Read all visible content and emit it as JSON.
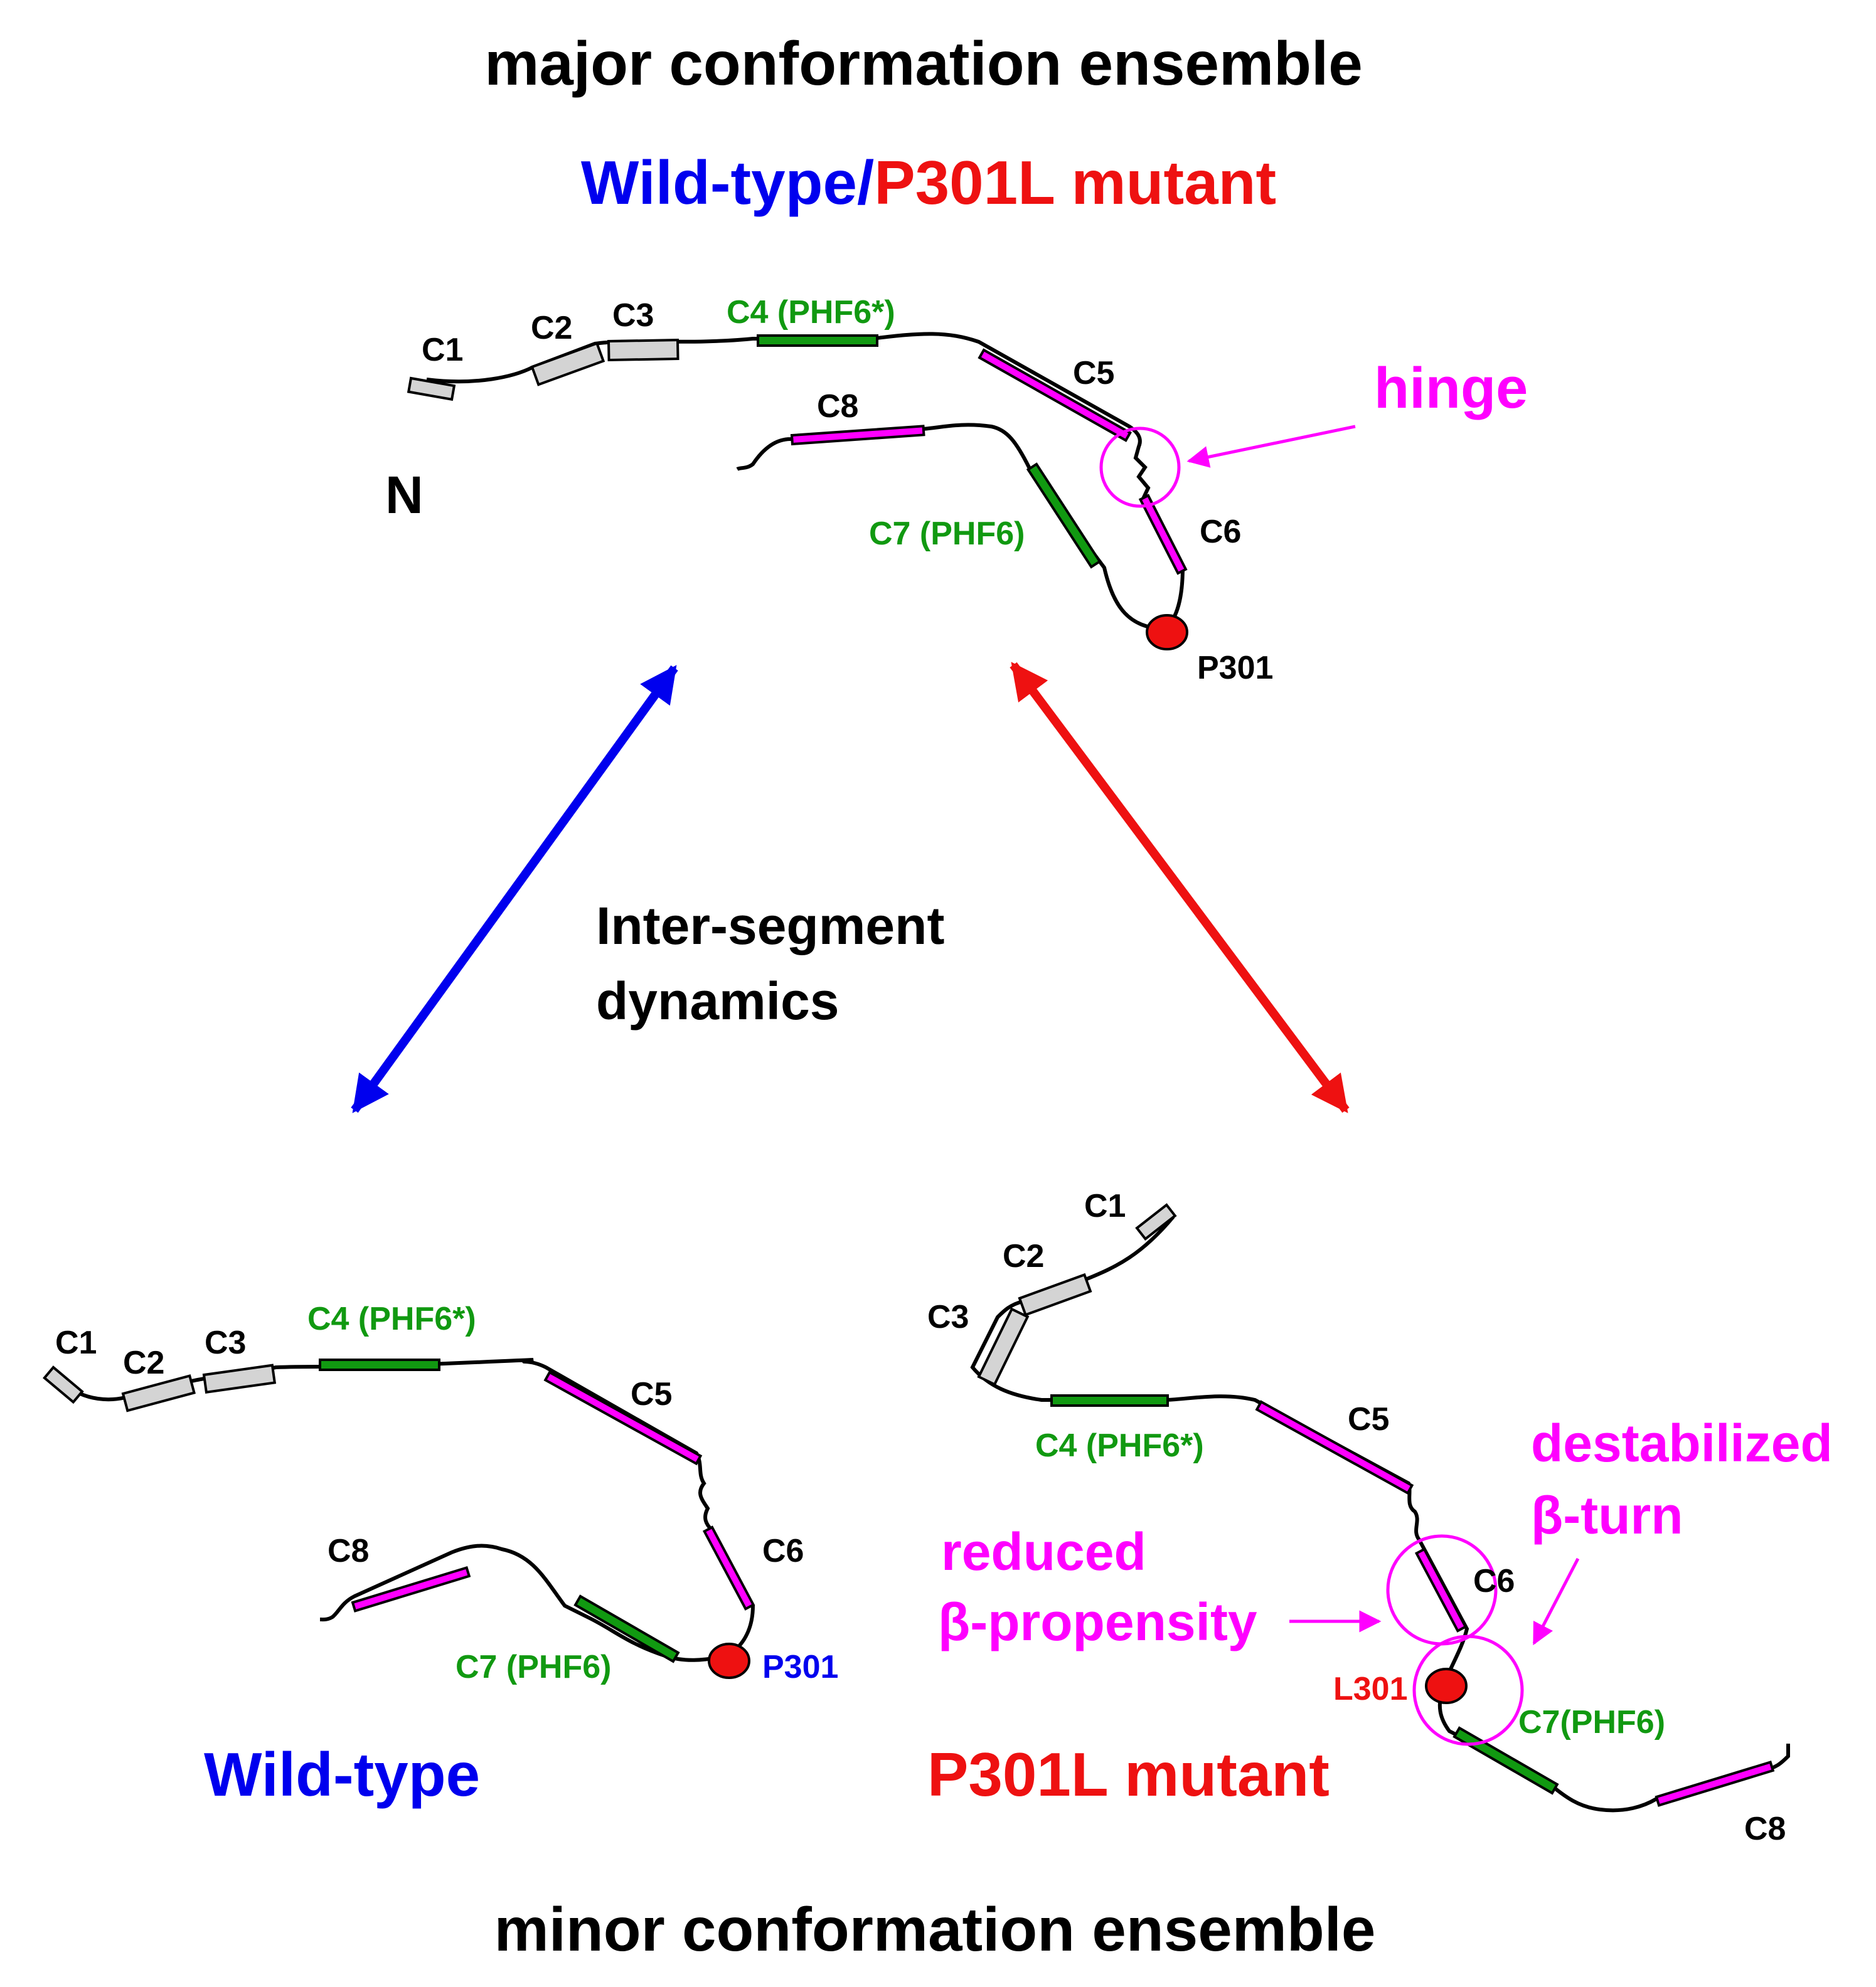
{
  "colors": {
    "wildtype": "#0000ee",
    "mutant": "#ee1111",
    "magenta": "#ff00ff",
    "green": "#119911",
    "gray": "#d4d4d4",
    "black": "#000000"
  },
  "titles": {
    "top": "major conformation ensemble",
    "bottom": "minor conformation ensemble",
    "wt_prefix": "Wild-type/",
    "mut_suffix": "P301L mutant"
  },
  "center_text": {
    "line1": "Inter-segment",
    "line2": "dynamics"
  },
  "top_panel": {
    "n_terminus": "N",
    "labels": {
      "c1": "C1",
      "c2": "C2",
      "c3": "C3",
      "c4": "C4 (PHF6*)",
      "c5": "C5",
      "c6": "C6",
      "c7": "C7 (PHF6)",
      "c8": "C8"
    },
    "residue": "P301",
    "annotation": "hinge"
  },
  "wildtype_panel": {
    "title": "Wild-type",
    "labels": {
      "c1": "C1",
      "c2": "C2",
      "c3": "C3",
      "c4": "C4 (PHF6*)",
      "c5": "C5",
      "c6": "C6",
      "c7": "C7 (PHF6)",
      "c8": "C8"
    },
    "residue": "P301"
  },
  "mutant_panel": {
    "title": "P301L mutant",
    "labels": {
      "c1": "C1",
      "c2": "C2",
      "c3": "C3",
      "c4": "C4 (PHF6*)",
      "c5": "C5",
      "c6": "C6",
      "c7": "C7(PHF6)",
      "c8": "C8"
    },
    "residue": "L301",
    "annotation_reduced_1": "reduced",
    "annotation_reduced_2": "β-propensity",
    "annotation_destab_1": "destabilized",
    "annotation_destab_2": "β-turn"
  }
}
